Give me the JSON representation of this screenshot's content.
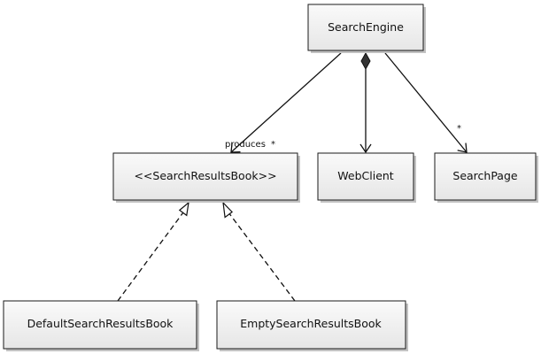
{
  "colors": {
    "box_fill_top": "#fafafa",
    "box_fill_bottom": "#e6e6e6",
    "box_shadow": "#c2c2c2",
    "line": "#111111"
  },
  "classes": {
    "search_engine": "SearchEngine",
    "search_results_book": "<<SearchResultsBook>>",
    "web_client": "WebClient",
    "search_page": "SearchPage",
    "default_search_results_book": "DefaultSearchResultsBook",
    "empty_search_results_book": "EmptySearchResultsBook"
  },
  "edges": {
    "produces": {
      "label": "produces",
      "multiplicity": "*"
    },
    "search_page": {
      "multiplicity": "*"
    }
  }
}
